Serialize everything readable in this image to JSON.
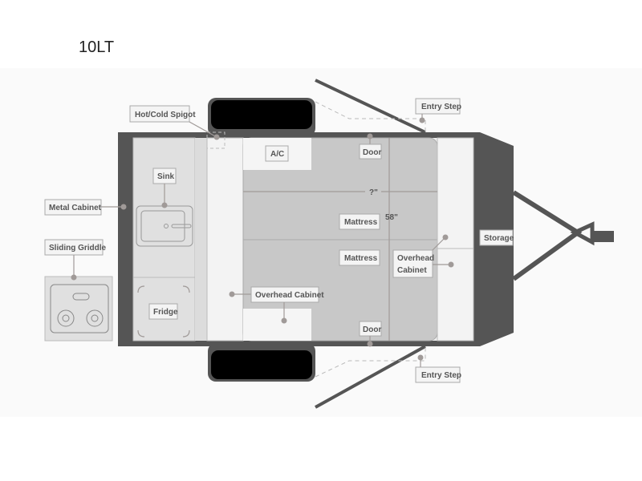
{
  "title": "10LT",
  "labels": {
    "hot_cold_spigot": "Hot/Cold Spigot",
    "entry_step_top": "Entry Step",
    "entry_step_bottom": "Entry Step",
    "sink": "Sink",
    "metal_cabinet": "Metal Cabinet",
    "sliding_griddle": "Sliding Griddle",
    "fridge": "Fridge",
    "ac": "A/C",
    "door_top": "Door",
    "door_bottom": "Door",
    "mattress_top": "Mattress",
    "mattress_bottom": "Mattress",
    "overhead_cabinet_left": "Overhead Cabinet",
    "overhead_cabinet_right_1": "Overhead",
    "overhead_cabinet_right_2": "Cabinet",
    "storage": "Storage",
    "width_dim": "?\"",
    "height_dim": "58\""
  }
}
